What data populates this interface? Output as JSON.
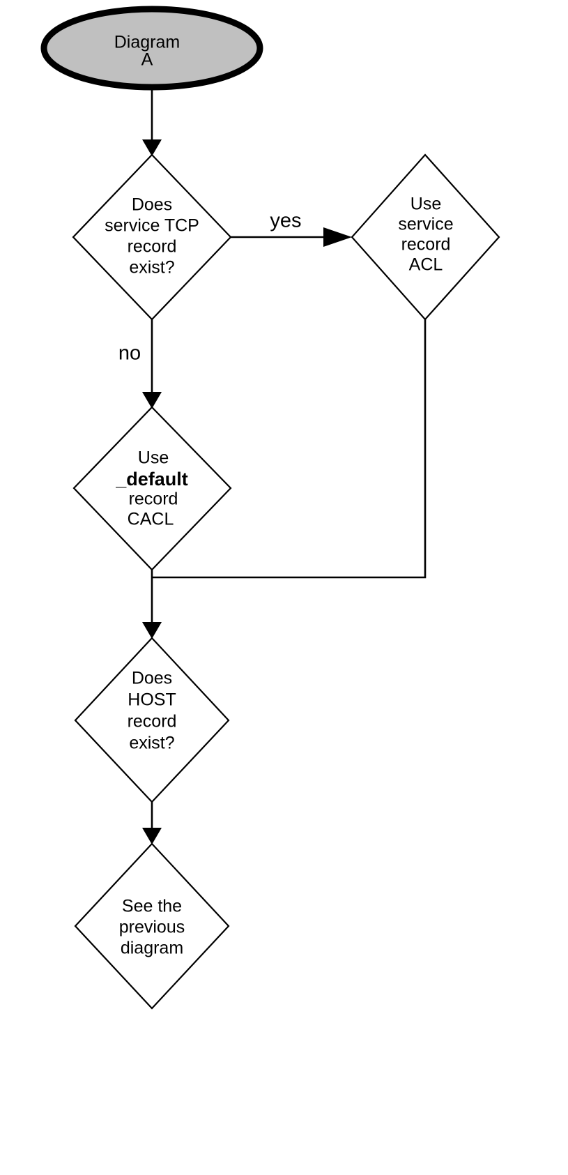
{
  "diagram": {
    "type": "flowchart",
    "title_node": {
      "id": "start",
      "shape": "ellipse",
      "fill": "#c0c0c0",
      "lines": [
        "Diagram",
        "A"
      ]
    },
    "nodes": [
      {
        "id": "service-tcp-check",
        "shape": "diamond",
        "lines": [
          "Does",
          "service TCP",
          "record",
          "exist?"
        ]
      },
      {
        "id": "use-service-record-acl",
        "shape": "diamond",
        "lines": [
          "Use",
          "service",
          "record",
          "ACL"
        ]
      },
      {
        "id": "use-default-record-cacl",
        "shape": "diamond",
        "lines": [
          "Use",
          "_default",
          "record",
          "CACL"
        ]
      },
      {
        "id": "host-record-check",
        "shape": "diamond",
        "lines": [
          "Does",
          "HOST",
          "record",
          "exist?"
        ]
      },
      {
        "id": "see-previous-diagram",
        "shape": "diamond",
        "lines": [
          "See the",
          "previous",
          "diagram"
        ]
      }
    ],
    "edge_labels": {
      "yes": "yes",
      "no": "no"
    },
    "colors": {
      "stroke": "#000000",
      "node_fill": "#ffffff",
      "terminator_fill": "#c0c0c0",
      "background": "#ffffff"
    }
  }
}
